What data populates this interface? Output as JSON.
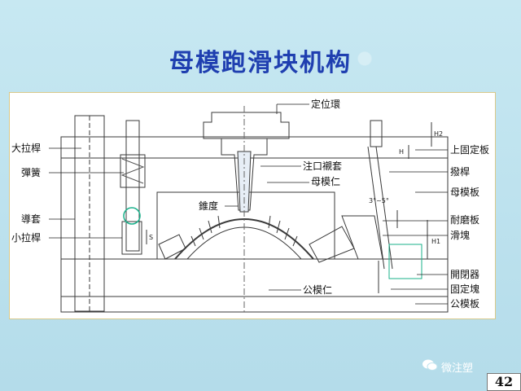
{
  "title": "母模跑滑块机构",
  "labels": {
    "locating_ring": "定位環",
    "top_clamp_plate": "上固定板",
    "guide_pin": "撥桿",
    "cavity_plate": "母模板",
    "sprue_bushing": "注口襯套",
    "cavity_insert": "母模仁",
    "taper": "錐度",
    "wear_plate": "耐磨板",
    "slider": "滑塊",
    "opener": "開閉器",
    "fixing_block": "固定塊",
    "core_insert": "公模仁",
    "core_plate": "公模板",
    "large_tie_rod": "大拉桿",
    "spring": "彈簧",
    "guide_bushing": "導套",
    "small_tie_rod": "小拉桿"
  },
  "dims": {
    "angle": "3°~5°",
    "h2": "H2",
    "h": "H",
    "h1": "H1",
    "s": "S"
  },
  "watermark": "微注塑",
  "page_number": "42"
}
